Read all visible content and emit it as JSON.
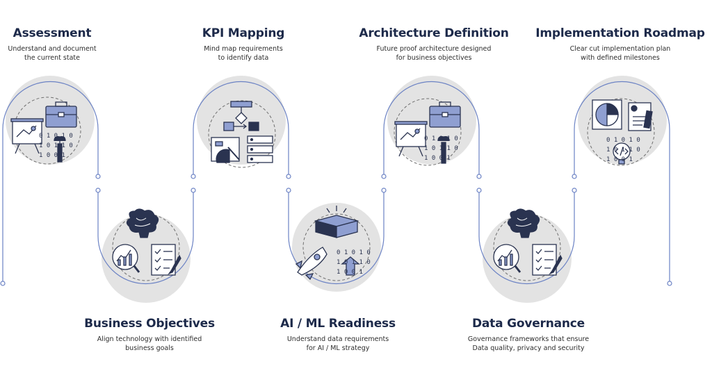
{
  "steps": [
    {
      "title": "Assessment",
      "desc1": "Understand and document",
      "desc2": "the current state",
      "icon": "clipboard-briefcase-wrench-icon"
    },
    {
      "title": "Business Objectives",
      "desc1": "Align technology with identified",
      "desc2": "business goals",
      "icon": "brain-chart-checklist-icon"
    },
    {
      "title": "KPI Mapping",
      "desc1": "Mind map requirements",
      "desc2": "to identify data",
      "icon": "flowchart-server-icon"
    },
    {
      "title": "AI / ML Readiness",
      "desc1": "Understand data requirements",
      "desc2": "for AI / ML strategy",
      "icon": "rocket-box-binary-icon"
    },
    {
      "title": "Architecture Definition",
      "desc1": "Future proof architecture designed",
      "desc2": "for business objectives",
      "icon": "clipboard-briefcase-wrench-icon"
    },
    {
      "title": "Data Governance",
      "desc1": "Governance frameworks that ensure",
      "desc2": "Data quality, privacy and security",
      "icon": "brain-chart-checklist-icon"
    },
    {
      "title": "Implementation Roadmap",
      "desc1": "Clear cut implementation plan",
      "desc2": "with defined milestones",
      "icon": "piechart-document-code-icon"
    }
  ],
  "binary": {
    "row1": "0 1 0 1 0",
    "row2": "1 0 1 1 0",
    "row3": "1 0 0 1"
  },
  "colors": {
    "line": "#6b82c4",
    "circle": "#e3e3e3",
    "icon_fill": "#8f9fd1",
    "icon_dark": "#2a3350",
    "title": "#1d2a4a"
  }
}
